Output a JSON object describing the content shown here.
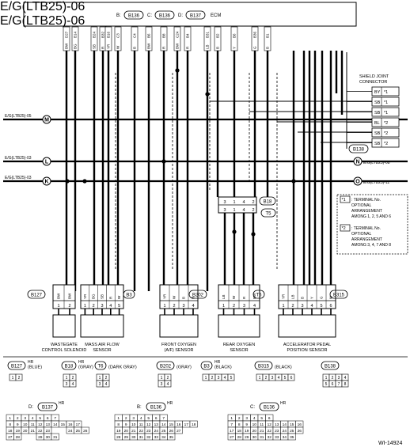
{
  "side_title": "E/G(LTB25)-06",
  "ecm": {
    "label": "ECM",
    "b_label": "B:",
    "b_conn": "B136",
    "c_label": "C:",
    "c_conn": "B136",
    "d_label": "D:",
    "d_conn": "B137"
  },
  "top_pin_labels": [
    "BW",
    "D27",
    "BG",
    "B14",
    "SB",
    "B24",
    "R",
    "B32",
    "YR",
    "B16",
    "W",
    "C3",
    "B",
    "C4",
    "BW",
    "B6",
    "R",
    "B8",
    "BW",
    "C24",
    "R",
    "B4",
    "LB",
    "B31",
    "B",
    "B2",
    "Y",
    "B6",
    "G",
    "B36",
    "B",
    "B1"
  ],
  "shield": {
    "title_line1": "SHIELD JOINT",
    "title_line2": "CONNECTOR",
    "rows": [
      {
        "color": "BY",
        "mark": "*1"
      },
      {
        "color": "SB",
        "mark": "*1"
      },
      {
        "color": "SB",
        "mark": "*1"
      },
      {
        "color": "BL",
        "mark": "*2"
      },
      {
        "color": "SB",
        "mark": "*2"
      },
      {
        "color": "SB",
        "mark": "*2"
      }
    ],
    "ground_conn": "B138"
  },
  "refs": {
    "m_left": "E/G(LTB25)-05",
    "m_letter": "M",
    "l_left": "E/G(LTB25)-03",
    "l_letter": "L",
    "k_left": "E/G(LTB25)-03",
    "k_letter": "K",
    "n_letter": "N",
    "n_right": "E/G(LTB25)-08",
    "o_letter": "O",
    "o_right": "E/G(LTB25)-11"
  },
  "joint": {
    "conn": "B18",
    "conn2": "T5",
    "pins": [
      "3",
      "1",
      "4",
      "2"
    ]
  },
  "notes": [
    {
      "mark": "*1",
      "lines": [
        ": TERMINAL No.",
        "OPTIONAL",
        "ARRANGEMENT",
        "AMONG 1, 2, 5 AND 6"
      ]
    },
    {
      "mark": "*2",
      "lines": [
        ": TERMINAL No.",
        "OPTIONAL",
        "ARRANGEMENT",
        "AMONG 3, 4, 7 AND 8"
      ]
    }
  ],
  "components": [
    {
      "conn": "B127",
      "name_lines": [
        "WASTEGATE",
        "CONTROL SOLENOID"
      ],
      "pins": [
        "1",
        "2"
      ],
      "wires": [
        "BW",
        "BW"
      ]
    },
    {
      "conn": "B3",
      "name_lines": [
        "MASS AIR FLOW",
        "SENSOR"
      ],
      "pins": [
        "1",
        "2",
        "3",
        "4",
        "5"
      ],
      "wires": [
        "YR",
        "BG",
        "SB",
        "R",
        "W"
      ]
    },
    {
      "conn": "B202",
      "name_lines": [
        "FRONT OXYGEN",
        "(A/F) SENSOR"
      ],
      "pins": [
        "1",
        "2",
        "3",
        "4"
      ],
      "wires": [
        "YR",
        "W",
        "B",
        "R"
      ]
    },
    {
      "conn": "T6",
      "name_lines": [
        "REAR OXYGEN",
        "SENSOR"
      ],
      "pins": [
        "1",
        "2",
        "3",
        "4"
      ],
      "wires": [
        "LB",
        "W",
        "R",
        "BW"
      ]
    },
    {
      "conn": "B315",
      "name_lines": [
        "ACCELERATOR PEDAL",
        "POSITION SENSOR"
      ],
      "pins": [
        "1",
        "2",
        "3",
        "4",
        "5",
        "6"
      ],
      "wires": [
        "YR",
        "LB",
        "B",
        "Y",
        "G",
        "W"
      ]
    }
  ],
  "legend": [
    {
      "conn": "B127",
      "hr": "HR",
      "color": "(BLUE)",
      "grid": [
        [
          "1",
          "2"
        ]
      ]
    },
    {
      "conn": "B18",
      "hr": "HR",
      "color": "(GRAY)",
      "grid": [
        [
          "1",
          "2"
        ],
        [
          "3",
          "4"
        ]
      ]
    },
    {
      "conn": "T6",
      "hr": "",
      "color": "(DARK GRAY)",
      "grid": [
        [
          "1",
          "2"
        ],
        [
          "3",
          "4"
        ]
      ]
    },
    {
      "conn": "B202",
      "hr": "",
      "color": "(GRAY)",
      "grid": [
        [
          "1",
          "2"
        ],
        [
          "3",
          "4"
        ]
      ]
    },
    {
      "conn": "B3",
      "hr": "HR",
      "color": "(BLACK)",
      "grid": [
        [
          "1",
          "2",
          "3",
          "4",
          "5"
        ]
      ]
    },
    {
      "conn": "B315",
      "hr": "",
      "color": "(BLACK)",
      "grid": [
        [
          "1",
          "2",
          "3",
          "4",
          "5",
          "6"
        ]
      ]
    },
    {
      "conn": "B138",
      "hr": "",
      "color": "",
      "grid": [
        [
          "1",
          "2",
          "3",
          "4"
        ],
        [
          "5",
          "6",
          "7",
          "8"
        ]
      ]
    }
  ],
  "big_connectors": [
    {
      "prefix": "D:",
      "conn": "B137",
      "hr": "HR",
      "rows": [
        [
          "1",
          "2",
          "3",
          "4",
          "5",
          "6",
          "7"
        ],
        [
          "8",
          "9",
          "10",
          "11",
          "12",
          "13",
          "14",
          "15",
          "16",
          "17"
        ],
        [
          "18",
          "19",
          "20",
          "21",
          "22",
          "23",
          "",
          "",
          "24",
          "25",
          "26"
        ],
        [
          "27",
          "28",
          "",
          "",
          "29",
          "30",
          "31"
        ]
      ]
    },
    {
      "prefix": "B:",
      "conn": "B136",
      "hr": "HR",
      "rows": [
        [
          "1",
          "2",
          "3",
          "4",
          "5",
          "6",
          "7"
        ],
        [
          "8",
          "9",
          "10",
          "11",
          "12",
          "13",
          "14",
          "15",
          "16",
          "17",
          "18"
        ],
        [
          "19",
          "20",
          "21",
          "22",
          "23",
          "24",
          "25",
          "26",
          "27"
        ],
        [
          "28",
          "29",
          "30",
          "31",
          "32",
          "33",
          "34",
          "35"
        ]
      ]
    },
    {
      "prefix": "C:",
      "conn": "B136",
      "hr": "HR",
      "rows": [
        [
          "1",
          "2",
          "3",
          "4",
          "5",
          "6"
        ],
        [
          "7",
          "8",
          "9",
          "10",
          "11",
          "12",
          "13",
          "14",
          "15",
          "16"
        ],
        [
          "17",
          "18",
          "19",
          "20",
          "21",
          "22",
          "23",
          "24",
          "25",
          "26"
        ],
        [
          "27",
          "28",
          "29",
          "30",
          "31",
          "32",
          "33",
          "34",
          "35"
        ]
      ]
    }
  ],
  "code": "WI-14924"
}
